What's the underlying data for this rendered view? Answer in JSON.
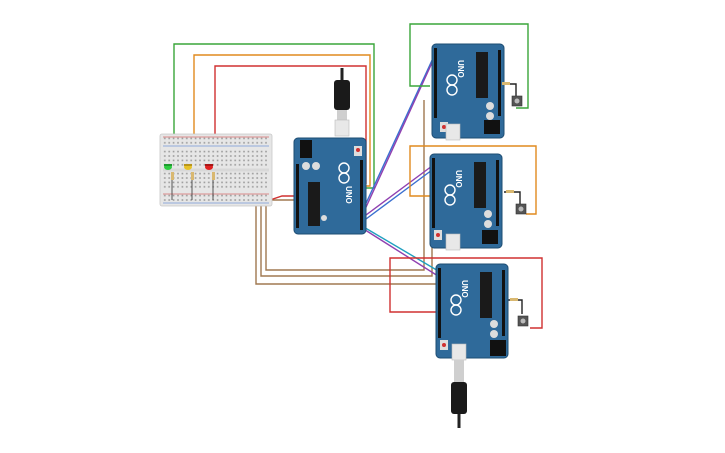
{
  "boards": [
    {
      "id": "main",
      "label": "UNO"
    },
    {
      "id": "slave-top",
      "label": "UNO"
    },
    {
      "id": "slave-middle",
      "label": "UNO"
    },
    {
      "id": "slave-bottom",
      "label": "UNO"
    }
  ],
  "leds": [
    {
      "id": "led-green",
      "color": "#2ecc40"
    },
    {
      "id": "led-yellow",
      "color": "#e6c229"
    },
    {
      "id": "led-red",
      "color": "#e02020"
    }
  ],
  "wire_colors": {
    "green": "#3aa63a",
    "orange": "#e08a1e",
    "red": "#d03030",
    "brown": "#a07850",
    "blue": "#3a70d0",
    "purple": "#9040b0",
    "cyan": "#20a0c0",
    "black": "#222222"
  },
  "board_color": "#2f6a9a",
  "breadboard_color": "#e6e6e6"
}
